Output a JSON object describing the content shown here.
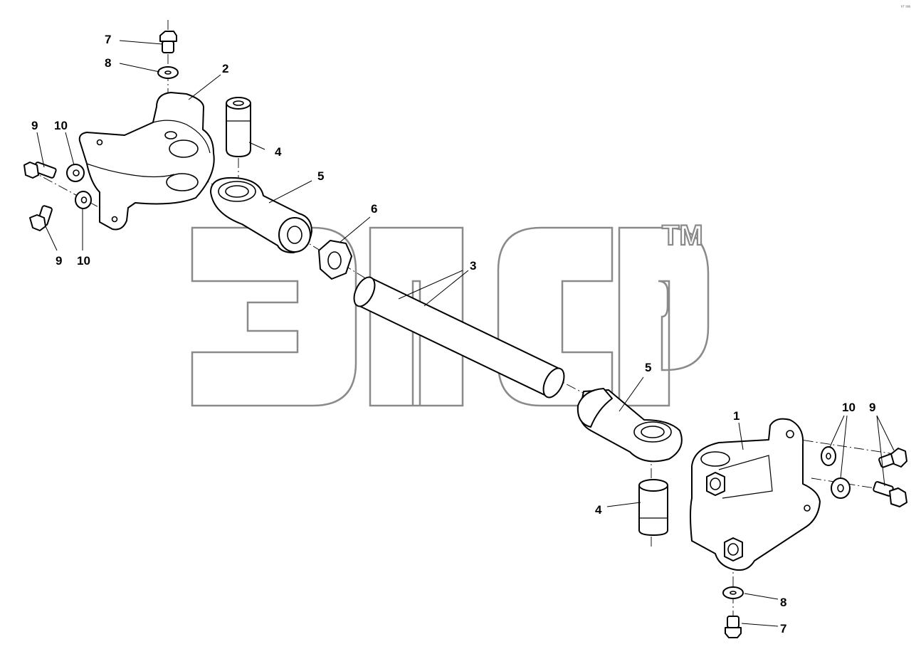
{
  "watermark": {
    "tm": "TM"
  },
  "corner_mark": "ᵇᵀ ᵇᵇᵇ",
  "callouts": [
    {
      "id": "c7a",
      "text": "7"
    },
    {
      "id": "c8a",
      "text": "8"
    },
    {
      "id": "c2",
      "text": "2"
    },
    {
      "id": "c4a",
      "text": "4"
    },
    {
      "id": "c9a",
      "text": "9"
    },
    {
      "id": "c10a",
      "text": "10"
    },
    {
      "id": "c9b",
      "text": "9"
    },
    {
      "id": "c10b",
      "text": "10"
    },
    {
      "id": "c5a",
      "text": "5"
    },
    {
      "id": "c6",
      "text": "6"
    },
    {
      "id": "c3",
      "text": "3"
    },
    {
      "id": "c5b",
      "text": "5"
    },
    {
      "id": "c1",
      "text": "1"
    },
    {
      "id": "c10c",
      "text": "10"
    },
    {
      "id": "c9c",
      "text": "9"
    },
    {
      "id": "c4b",
      "text": "4"
    },
    {
      "id": "c8b",
      "text": "8"
    },
    {
      "id": "c7b",
      "text": "7"
    }
  ]
}
